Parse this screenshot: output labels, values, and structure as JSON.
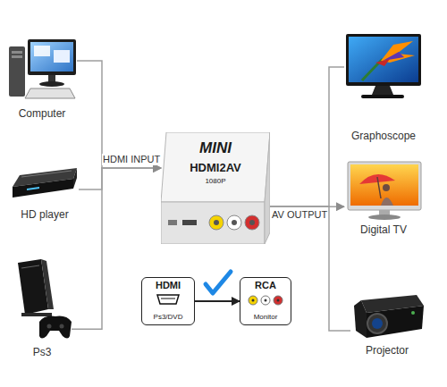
{
  "diagram": {
    "nodes": [
      {
        "text": [
          "Computer"
        ]
      },
      {
        "text": [
          "HD player"
        ]
      },
      {
        "text": [
          "Ps3"
        ]
      },
      {
        "text": [
          "MINI",
          "HDMI2AV",
          "1080P"
        ]
      },
      {
        "text": [
          "Graphoscope"
        ]
      },
      {
        "text": [
          "Digital TV"
        ]
      },
      {
        "text": [
          "Projector"
        ]
      },
      {
        "text": [
          "HDMI",
          "Ps3/DVD"
        ]
      },
      {
        "text": [
          "RCA",
          "Monitor"
        ]
      }
    ],
    "edges": [
      {
        "from": 0,
        "to": 3,
        "arrow": "to"
      },
      {
        "from": 1,
        "to": 3,
        "arrow": "to",
        "label": "HDMI INPUT"
      },
      {
        "from": 2,
        "to": 3,
        "arrow": "to"
      },
      {
        "from": 3,
        "to": 4,
        "arrow": "none"
      },
      {
        "from": 3,
        "to": 5,
        "arrow": "to",
        "label": "AV OUTPUT"
      },
      {
        "from": 3,
        "to": 6,
        "arrow": "none"
      },
      {
        "from": 7,
        "to": 8,
        "arrow": "to"
      }
    ]
  }
}
